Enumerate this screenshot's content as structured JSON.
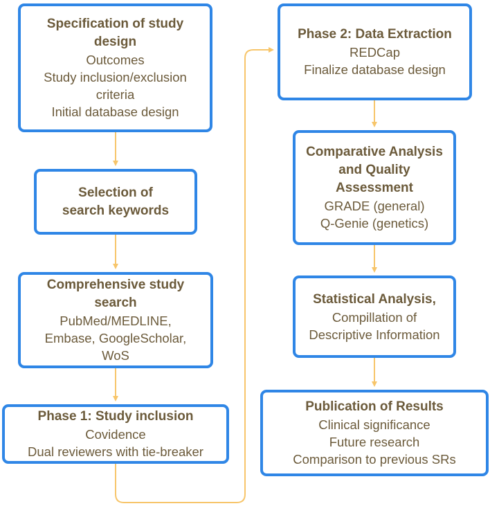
{
  "colors": {
    "box_border": "#2f86e6",
    "text": "#6b5a3a",
    "arrow": "#f7c56a"
  },
  "left_column": [
    {
      "title": "Specification of study design",
      "lines": [
        "Outcomes",
        "Study inclusion/exclusion criteria",
        "Initial database design"
      ]
    },
    {
      "title": "Selection of search keywords",
      "lines": []
    },
    {
      "title": "Comprehensive study search",
      "lines": [
        "PubMed/MEDLINE, Embase, GoogleScholar, WoS"
      ]
    },
    {
      "title": "Phase 1: Study inclusion",
      "lines": [
        "Covidence",
        "Dual reviewers with tie-breaker"
      ]
    }
  ],
  "right_column": [
    {
      "title": "Phase 2: Data Extraction",
      "lines": [
        "REDCap",
        "Finalize database design"
      ]
    },
    {
      "title": "Comparative Analysis and Quality Assessment",
      "lines": [
        "GRADE (general)",
        "Q-Genie (genetics)"
      ]
    },
    {
      "title": "Statistical Analysis,",
      "lines": [
        "Compillation of Descriptive Information"
      ]
    },
    {
      "title": "Publication of Results",
      "lines": [
        "Clinical significance",
        "Future research",
        "Comparison to previous SRs"
      ]
    }
  ]
}
